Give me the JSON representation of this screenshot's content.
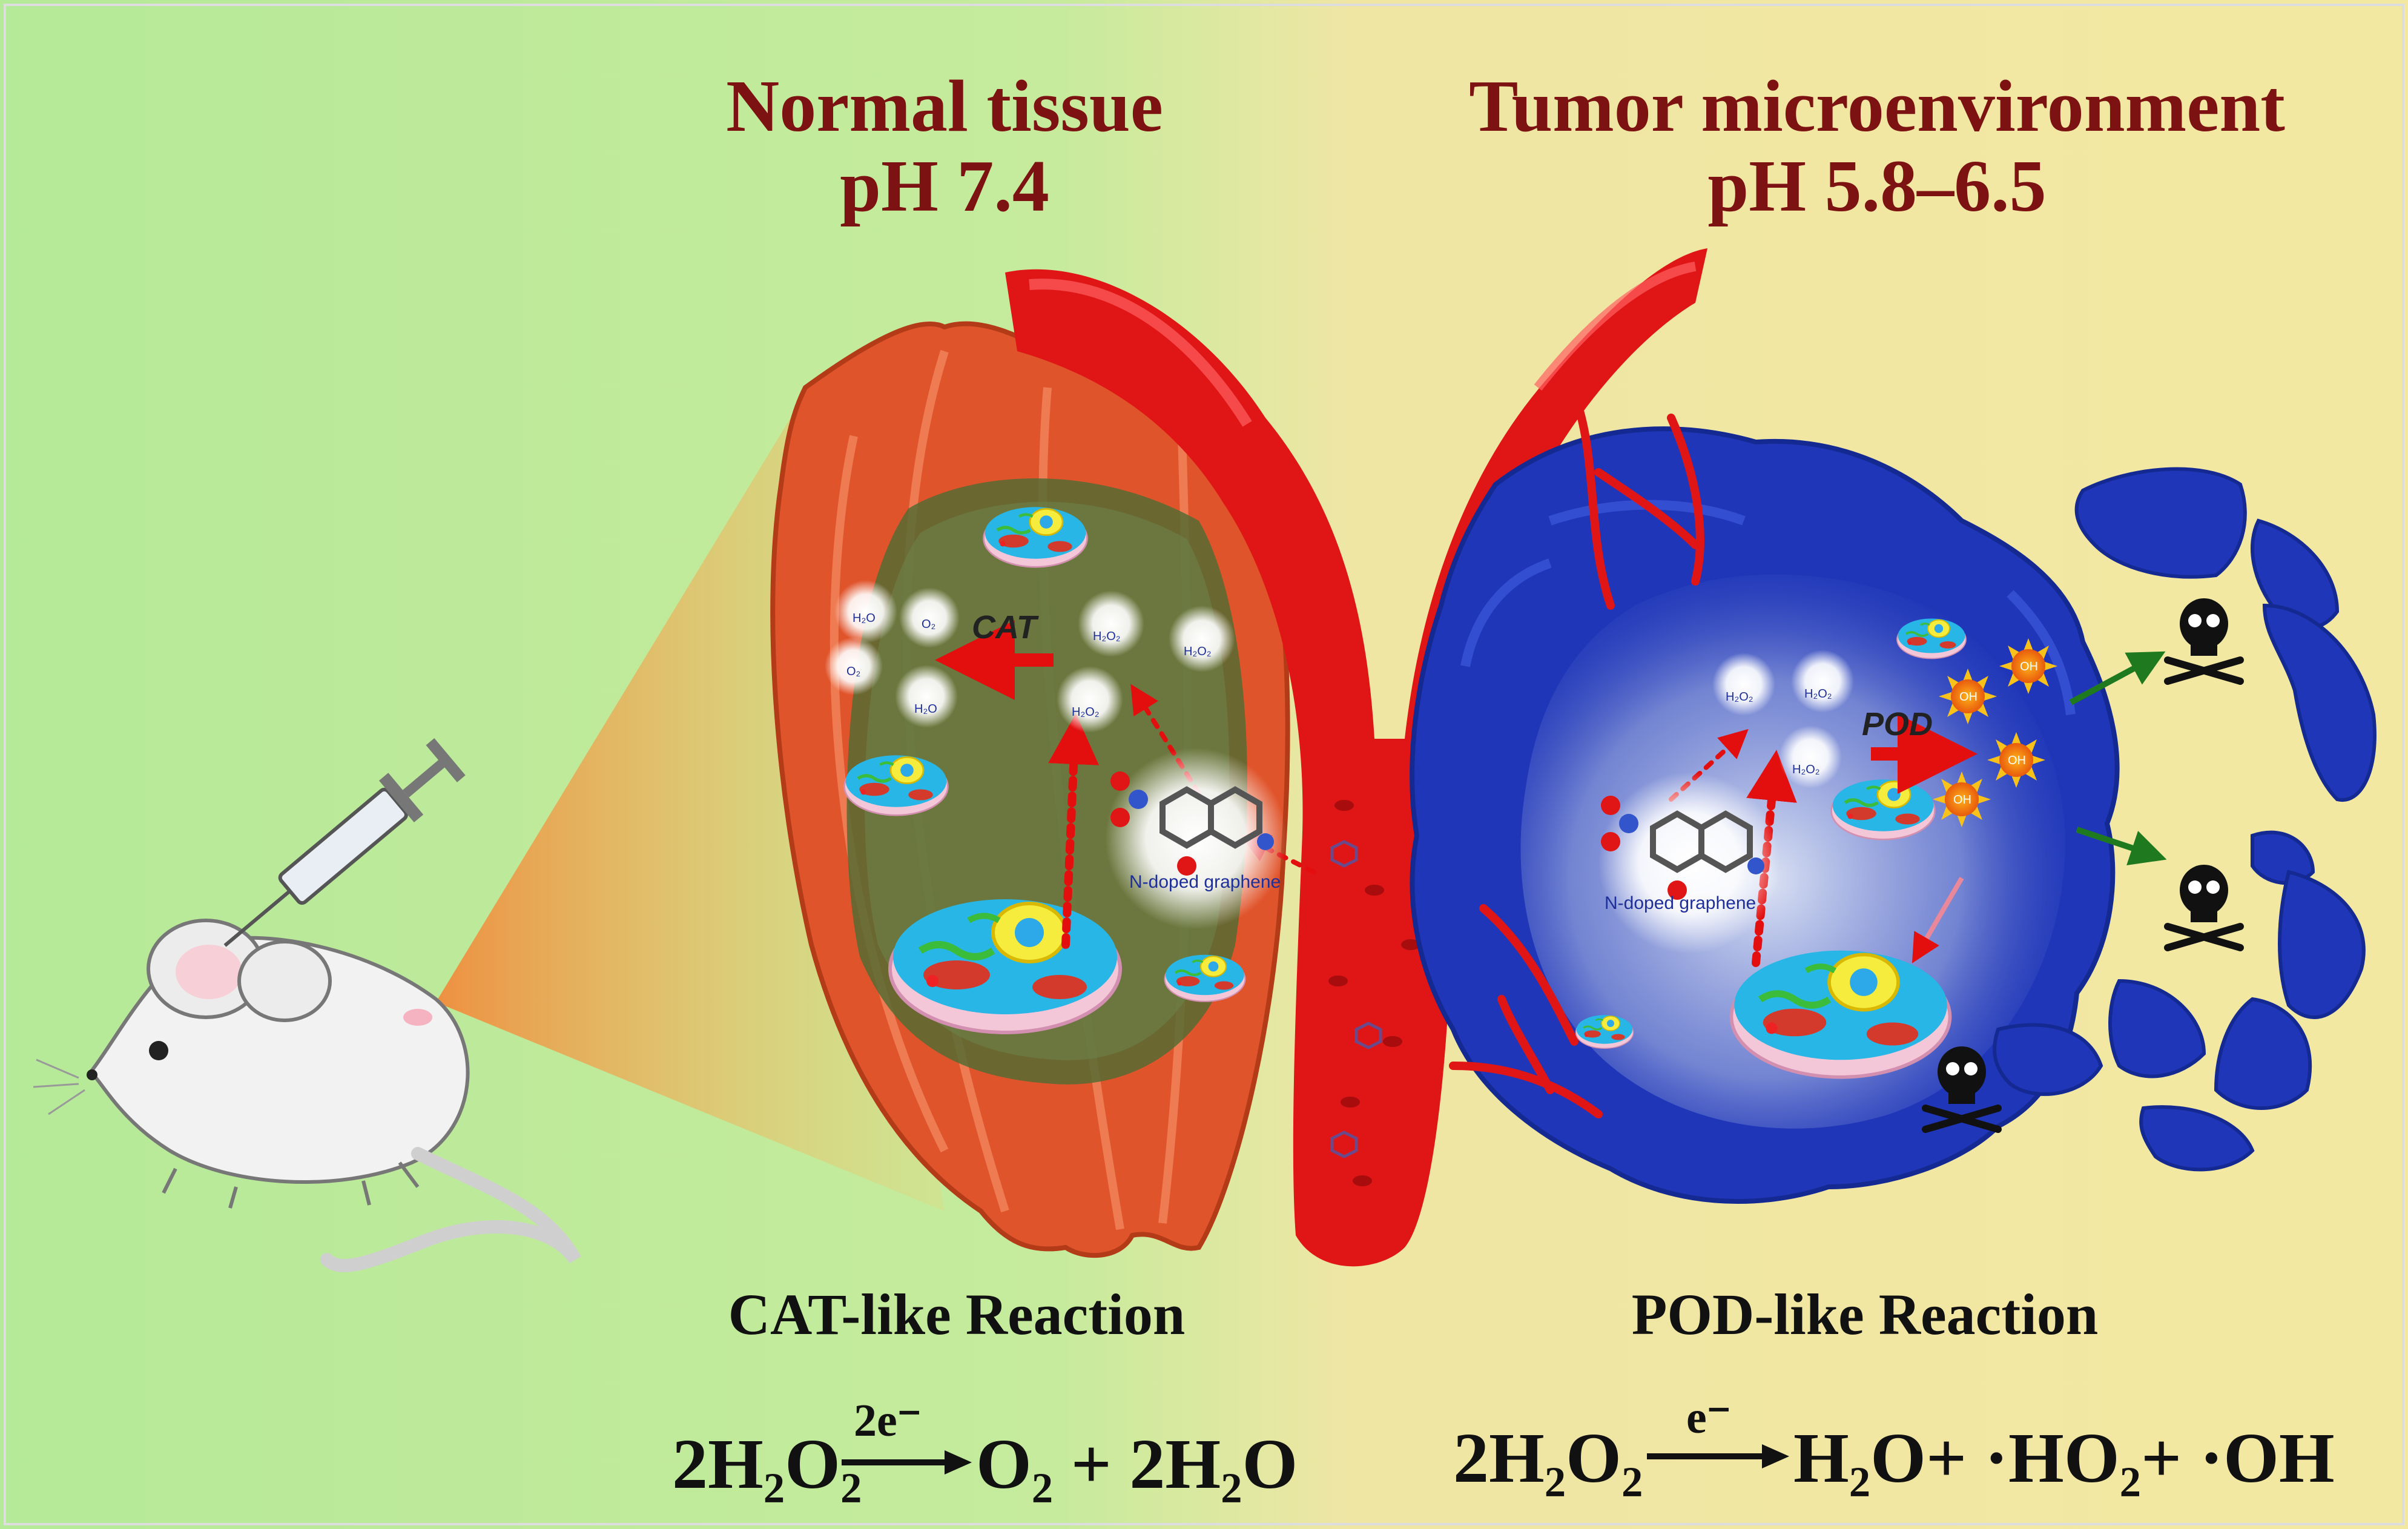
{
  "colors": {
    "bg_left": "#b5ea98",
    "bg_right": "#f3e8a2",
    "title": "#7d1212",
    "vessel": "#e01616",
    "muscle": "#e0542b",
    "tumor": "#1f36b8",
    "arrow_red": "#e30f0f",
    "arrow_green": "#1f7a1f"
  },
  "left_panel": {
    "title_line1": "Normal tissue",
    "title_line2": "pH 7.4",
    "enzyme_label": "CAT",
    "nanozyme_label": "N-doped graphene",
    "reaction_title": "CAT-like Reaction",
    "molecule_labels": [
      "H₂O",
      "O₂",
      "O₂",
      "H₂O",
      "H₂O₂",
      "H₂O₂",
      "H₂O₂"
    ],
    "equation": {
      "reactant": "2H₂O₂",
      "arrow_label": "2e⁻",
      "products": "O₂ + 2H₂O"
    }
  },
  "right_panel": {
    "title_line1": "Tumor microenvironment",
    "title_line2": "pH 5.8–6.5",
    "enzyme_label": "POD",
    "nanozyme_label": "N-doped graphene",
    "radical_label": "OH",
    "reaction_title": "POD-like Reaction",
    "molecule_labels": [
      "H₂O₂",
      "H₂O₂",
      "H₂O₂"
    ],
    "equation": {
      "reactant": "2H₂O₂",
      "arrow_label": "e⁻",
      "products": "H₂O+ ·HO₂+ ·OH"
    }
  },
  "icons": [
    "mouse-icon",
    "syringe-icon",
    "blood-vessel-icon",
    "muscle-icon",
    "tumor-icon",
    "skull-icon",
    "cell-icon",
    "graphene-molecule-icon"
  ]
}
